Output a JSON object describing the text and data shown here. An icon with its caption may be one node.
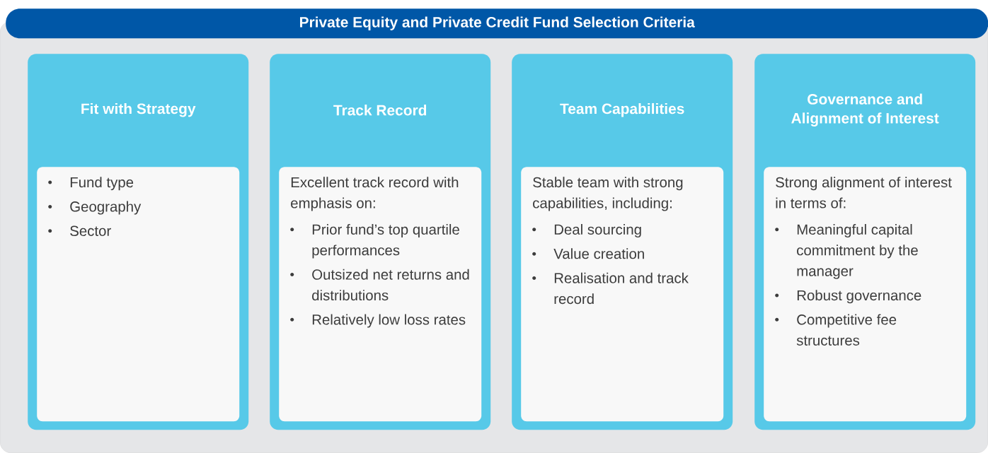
{
  "diagram": {
    "title": "Private Equity and Private Credit Fund Selection Criteria",
    "nodes": [
      {
        "text": [
          "Fit with Strategy"
        ]
      },
      {
        "text": [
          "Fund type",
          "Geography",
          "Sector"
        ],
        "in": 0
      },
      {
        "text": [
          "Track Record"
        ]
      },
      {
        "text": [
          "Excellent track record with emphasis on:",
          "Prior fund’s top quartile performances",
          "Outsized net returns and distributions",
          "Relatively low loss rates"
        ],
        "in": 2
      },
      {
        "text": [
          "Team Capabilities"
        ]
      },
      {
        "text": [
          "Stable team with strong capabilities, including:",
          "Deal sourcing",
          "Value creation",
          "Realisation and track record"
        ],
        "in": 4
      },
      {
        "text": [
          "Governance and Alignment of Interest"
        ]
      },
      {
        "text": [
          "Strong alignment of interest in terms of:",
          "Meaningful capital commitment by the manager",
          "Robust governance",
          "Competitive fee structures"
        ],
        "in": 6
      }
    ]
  }
}
